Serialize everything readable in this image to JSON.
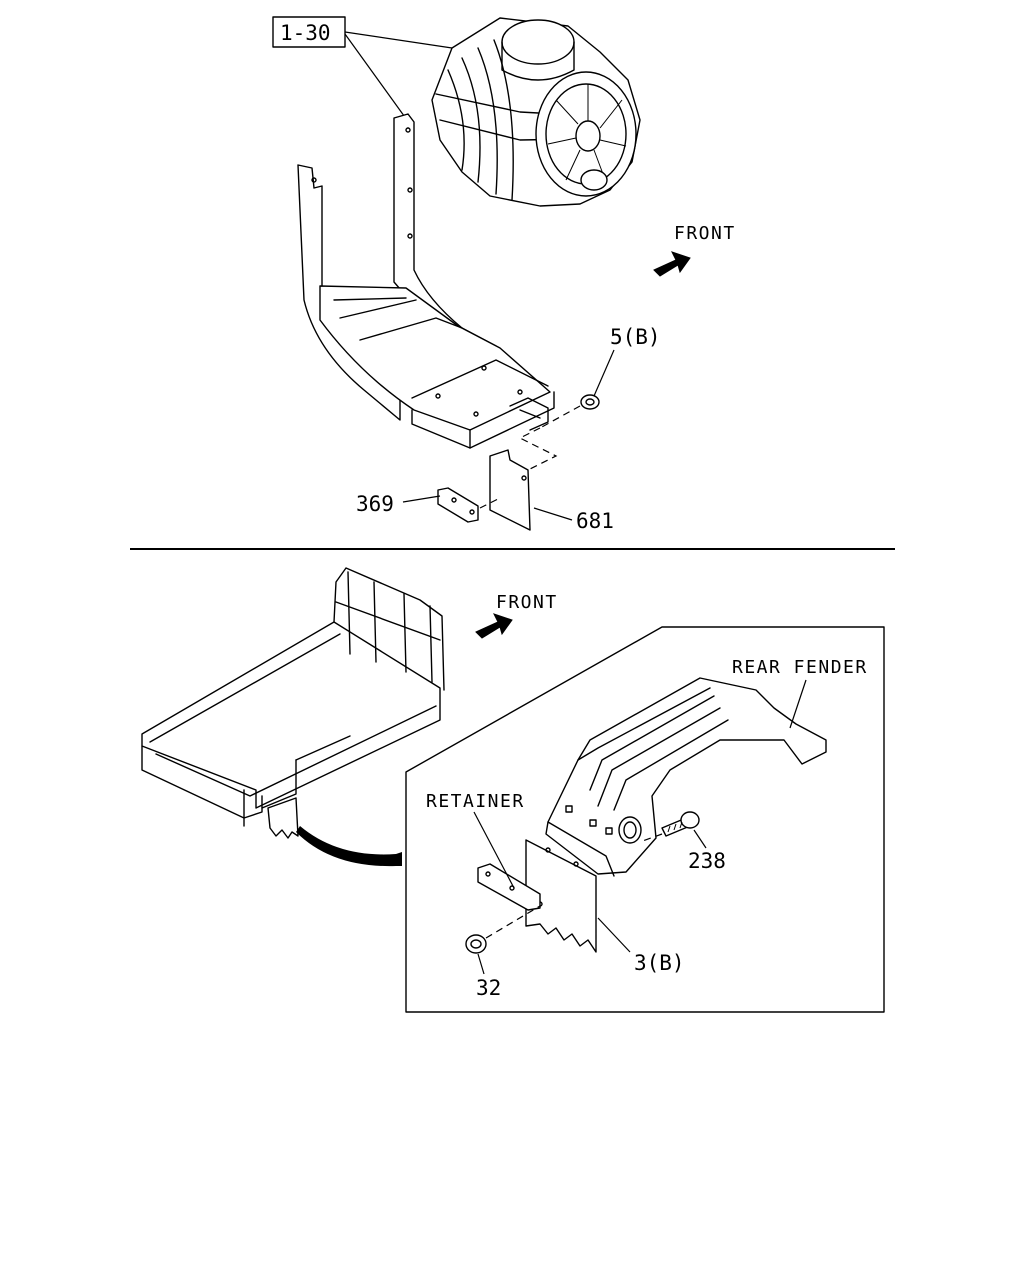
{
  "top_view": {
    "group_ref": "1-30",
    "front_label": "FRONT",
    "callouts": {
      "nut": "5(B)",
      "bracket": "369",
      "flap": "681"
    }
  },
  "bottom_view": {
    "front_label": "FRONT",
    "rear_fender_label": "REAR FENDER",
    "retainer_label": "RETAINER",
    "callouts": {
      "bolt": "238",
      "flap": "3(B)",
      "nut": "32"
    }
  },
  "colors": {
    "ink": "#000000",
    "paper": "#ffffff"
  }
}
